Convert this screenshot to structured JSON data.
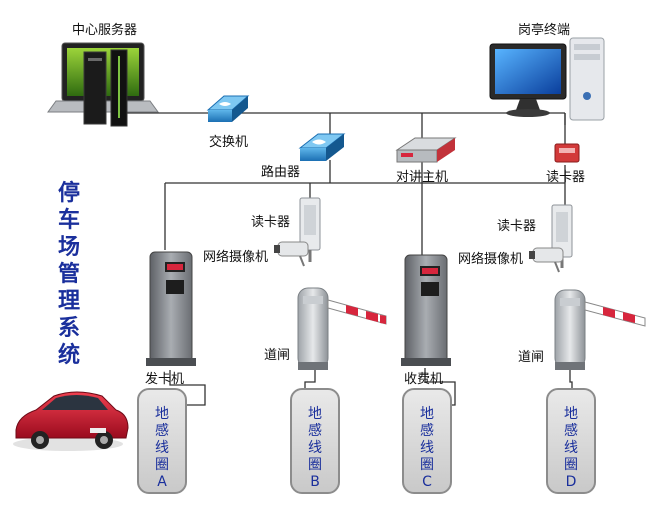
{
  "title": "停车场管理系统",
  "labels": {
    "center_server": "中心服务器",
    "booth_terminal": "岗亭终端",
    "switch": "交换机",
    "router": "路由器",
    "intercom_host": "对讲主机",
    "card_reader_top": "读卡器",
    "card_reader_left": "读卡器",
    "card_reader_right": "读卡器",
    "camera_left": "网络摄像机",
    "camera_right": "网络摄像机",
    "card_dispenser": "发卡机",
    "barrier_left": "道闸",
    "toll_machine": "收费机",
    "barrier_right": "道闸"
  },
  "coils": [
    {
      "text": "地感线圈",
      "letter": "A"
    },
    {
      "text": "地感线圈",
      "letter": "B"
    },
    {
      "text": "地感线圈",
      "letter": "C"
    },
    {
      "text": "地感线圈",
      "letter": "D"
    }
  ],
  "colors": {
    "title": "#1a2f9c",
    "line": "#333333",
    "coil_text": "#1a2f9c",
    "car": "#c8102e",
    "barrier_stripe": "#d7263d",
    "monitor_screen": "#1e6fd9"
  },
  "icons": [
    "server-icon",
    "desktop-computer-icon",
    "switch-icon",
    "router-icon",
    "intercom-icon",
    "card-reader-icon",
    "network-camera-icon",
    "card-dispenser-icon",
    "barrier-gate-icon",
    "toll-machine-icon",
    "car-icon",
    "ground-coil-icon"
  ]
}
